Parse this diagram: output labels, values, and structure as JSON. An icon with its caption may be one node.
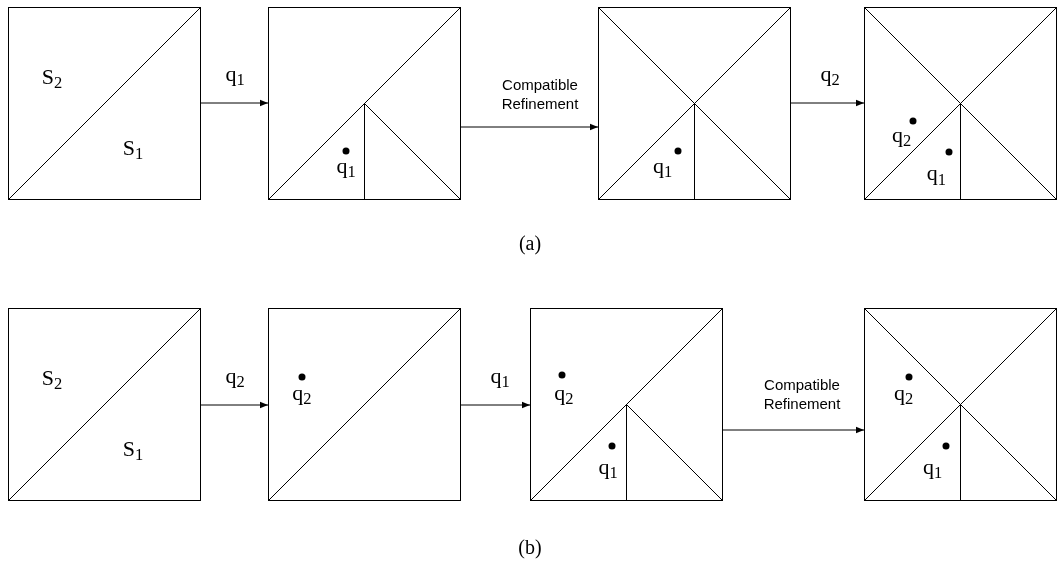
{
  "diagram": {
    "nodes": [
      {
        "text": [
          "S$_{2}$",
          "S$_{1}$"
        ]
      },
      {
        "text": [
          "q$_{1}$"
        ]
      },
      {
        "text": [
          "q$_{1}$"
        ]
      },
      {
        "text": [
          "q$_{2}$",
          "q$_{1}$"
        ]
      },
      {
        "text": [
          "S$_{2}$",
          "S$_{1}$"
        ]
      },
      {
        "text": [
          "q$_{2}$"
        ]
      },
      {
        "text": [
          "q$_{2}$",
          "q$_{1}$"
        ]
      },
      {
        "text": [
          "q$_{2}$",
          "q$_{1}$"
        ]
      }
    ],
    "edges": [
      {
        "from": 0,
        "to": 1,
        "arrow": "to",
        "label": "q$_{1}$"
      },
      {
        "from": 1,
        "to": 2,
        "arrow": "to",
        "label": "Compatible Refinement"
      },
      {
        "from": 2,
        "to": 3,
        "arrow": "to",
        "label": "q$_{2}$"
      },
      {
        "from": 4,
        "to": 5,
        "arrow": "to",
        "label": "q$_{2}$"
      },
      {
        "from": 5,
        "to": 6,
        "arrow": "to",
        "label": "q$_{1}$"
      },
      {
        "from": 6,
        "to": 7,
        "arrow": "to",
        "label": "Compatible Refinement"
      }
    ],
    "labels": [
      "(a)",
      "(b)"
    ]
  }
}
